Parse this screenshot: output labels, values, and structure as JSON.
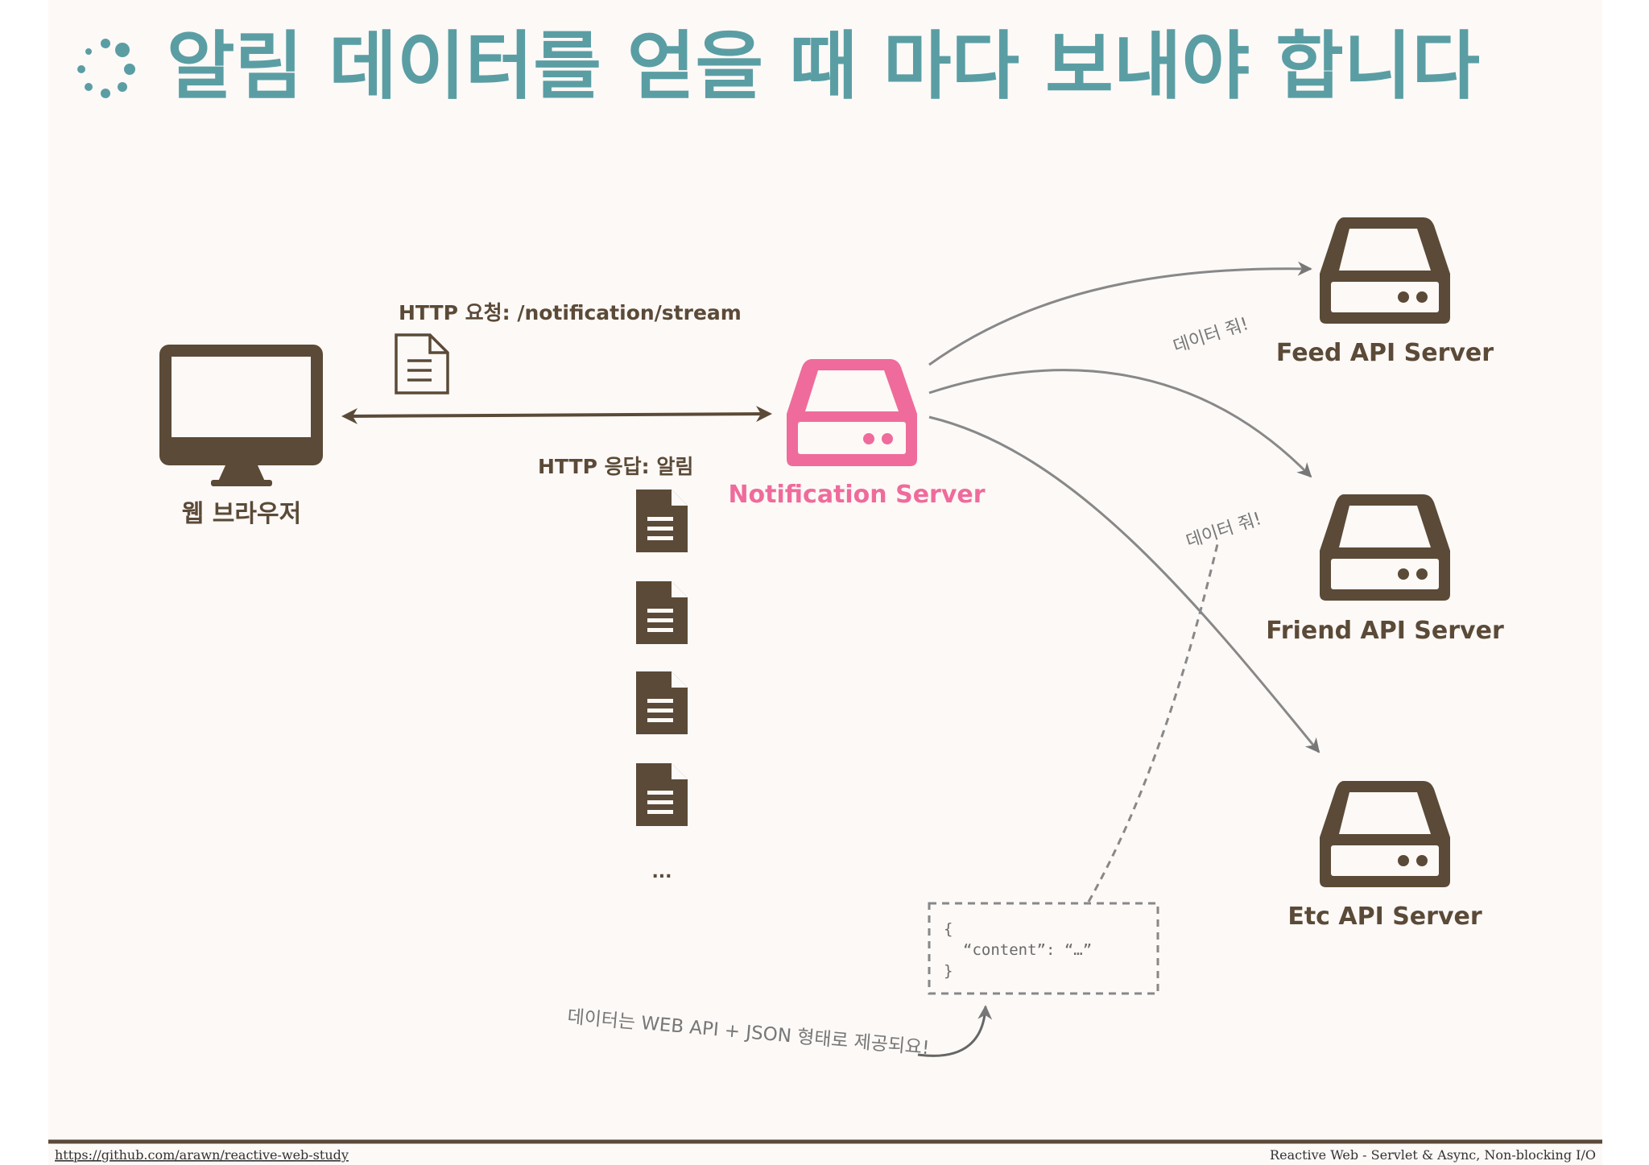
{
  "title": "알림 데이터를 얻을 때 마다 보내야 합니다",
  "nodes": {
    "browser": "웹 브라우저",
    "notification_server": "Notification Server",
    "feed_server": "Feed API Server",
    "friend_server": "Friend API Server",
    "etc_server": "Etc API Server"
  },
  "edges": {
    "request_label": "HTTP 요청: /notification/stream",
    "response_label": "HTTP 응답: 알림",
    "ellipsis": "...",
    "data_request_1": "데이터 줘!",
    "data_request_2": "데이터 줘!"
  },
  "json_box": {
    "line1": "{",
    "line2": "“content”: “…”",
    "line3": "}"
  },
  "annotation": "데이터는 WEB API + JSON 형태로 제공되요!",
  "footer": {
    "link": "https://github.com/arawn/reactive-web-study",
    "caption": "Reactive Web - Servlet & Async, Non-blocking I/O"
  },
  "colors": {
    "title": "#5a9ea4",
    "dark": "#5b4a37",
    "accent": "#ef6b9b"
  },
  "icons": [
    "spinner-icon",
    "monitor-icon",
    "server-icon",
    "document-icon"
  ]
}
